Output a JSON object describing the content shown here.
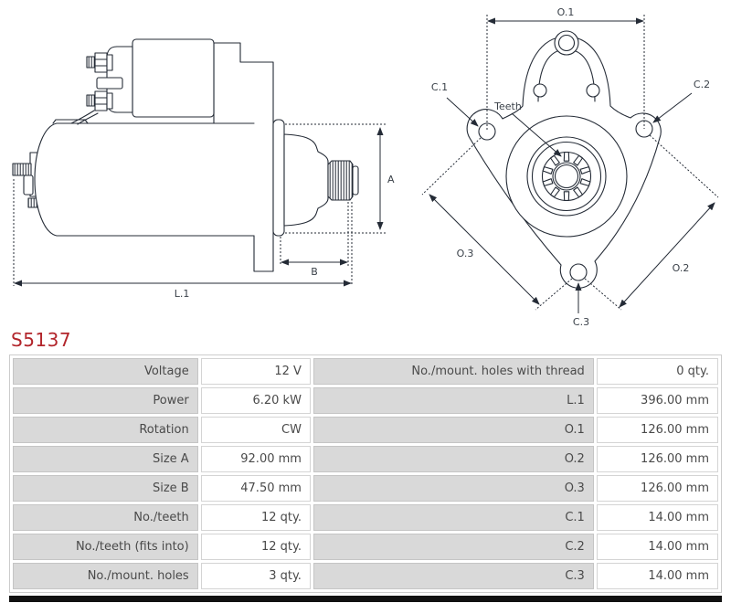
{
  "product_code": "S5137",
  "drawing": {
    "side_view": {
      "dim_a": "A",
      "dim_b": "B",
      "dim_l1": "L.1"
    },
    "front_view": {
      "dim_o1": "O.1",
      "dim_o2": "O.2",
      "dim_o3": "O.3",
      "hole_c1": "C.1",
      "hole_c2": "C.2",
      "hole_c3": "C.3",
      "teeth_label": "Teeth"
    }
  },
  "colors": {
    "accent_red": "#b2252b",
    "drawing_line": "#242b36",
    "table_label_bg": "#d9d9d9",
    "table_text": "#4a4a4a",
    "divider_bar": "#111111"
  },
  "spec_table": {
    "rows": [
      {
        "label_left": "Voltage",
        "value_left": "12 V",
        "label_right": "No./mount. holes with thread",
        "value_right": "0 qty."
      },
      {
        "label_left": "Power",
        "value_left": "6.20 kW",
        "label_right": "L.1",
        "value_right": "396.00 mm"
      },
      {
        "label_left": "Rotation",
        "value_left": "CW",
        "label_right": "O.1",
        "value_right": "126.00 mm"
      },
      {
        "label_left": "Size A",
        "value_left": "92.00 mm",
        "label_right": "O.2",
        "value_right": "126.00 mm"
      },
      {
        "label_left": "Size B",
        "value_left": "47.50 mm",
        "label_right": "O.3",
        "value_right": "126.00 mm"
      },
      {
        "label_left": "No./teeth",
        "value_left": "12 qty.",
        "label_right": "C.1",
        "value_right": "14.00 mm"
      },
      {
        "label_left": "No./teeth (fits into)",
        "value_left": "12 qty.",
        "label_right": "C.2",
        "value_right": "14.00 mm"
      },
      {
        "label_left": "No./mount. holes",
        "value_left": "3 qty.",
        "label_right": "C.3",
        "value_right": "14.00 mm"
      }
    ]
  }
}
